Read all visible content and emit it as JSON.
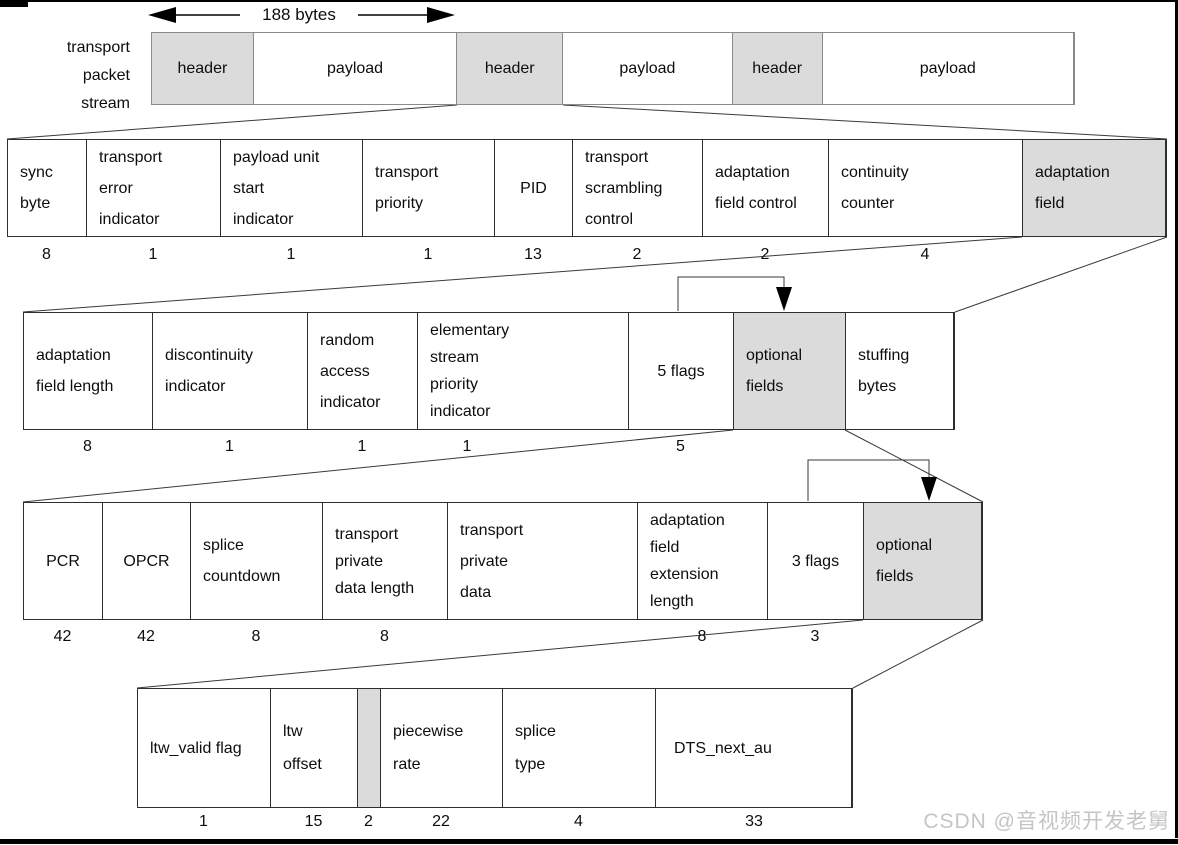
{
  "arrow": {
    "label": "188 bytes"
  },
  "stream_label": "transport packet stream",
  "row1": {
    "cells": [
      {
        "label": "header"
      },
      {
        "label": "payload"
      },
      {
        "label": "header"
      },
      {
        "label": "payload"
      },
      {
        "label": "header"
      },
      {
        "label": "payload"
      }
    ]
  },
  "row2": {
    "cells": [
      {
        "label": "sync byte",
        "bits": "8"
      },
      {
        "label": "transport error indicator",
        "bits": "1"
      },
      {
        "label": "payload unit start indicator",
        "bits": "1"
      },
      {
        "label": "transport priority",
        "bits": "1"
      },
      {
        "label": "PID",
        "bits": "13"
      },
      {
        "label": "transport scrambling control",
        "bits": "2"
      },
      {
        "label": "adaptation field control",
        "bits": "2"
      },
      {
        "label": "continuity counter",
        "bits": "4"
      },
      {
        "label": "adaptation field"
      }
    ]
  },
  "row3": {
    "cells": [
      {
        "label": "adaptation field length",
        "bits": "8"
      },
      {
        "label": "discontinuity indicator",
        "bits": "1"
      },
      {
        "label": "random access indicator",
        "bits": "1"
      },
      {
        "label": "elementary stream priority indicator",
        "bits": "1"
      },
      {
        "label": "5 flags",
        "bits": "5"
      },
      {
        "label": "optional fields"
      },
      {
        "label": "stuffing bytes"
      }
    ]
  },
  "row4": {
    "cells": [
      {
        "label": "PCR",
        "bits": "42"
      },
      {
        "label": "OPCR",
        "bits": "42"
      },
      {
        "label": "splice countdown",
        "bits": "8"
      },
      {
        "label": "transport private data length",
        "bits": "8"
      },
      {
        "label": "transport private data"
      },
      {
        "label": "adaptation field extension length",
        "bits": "8"
      },
      {
        "label": "3 flags",
        "bits": "3"
      },
      {
        "label": "optional fields"
      }
    ]
  },
  "row5": {
    "cells": [
      {
        "label": "ltw_valid flag",
        "bits": "1"
      },
      {
        "label": "ltw offset",
        "bits": "15"
      },
      {
        "label": "",
        "bits": "2"
      },
      {
        "label": "piecewise rate",
        "bits": "22"
      },
      {
        "label": "splice type",
        "bits": "4"
      },
      {
        "label": "DTS_next_au",
        "bits": "33"
      }
    ]
  },
  "watermark": "CSDN @音视频开发老舅",
  "colors": {
    "box_fill_gray": "#dbdbdb",
    "line_dark": "#2e2e2e",
    "watermark": "#c5c5c5"
  }
}
